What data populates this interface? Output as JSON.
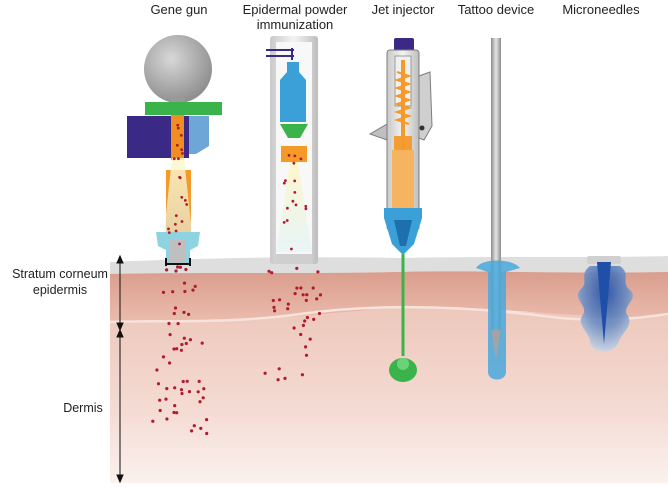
{
  "devices": [
    {
      "id": "gene-gun",
      "title": "Gene gun"
    },
    {
      "id": "epidermal-powder",
      "title": "Epidermal powder immunization",
      "title_lines": [
        "Epidermal powder",
        "immunization"
      ]
    },
    {
      "id": "jet-injector",
      "title": "Jet injector"
    },
    {
      "id": "tattoo-device",
      "title": "Tattoo device"
    },
    {
      "id": "microneedles",
      "title": "Microneedles"
    }
  ],
  "layers": {
    "stratum_corneum": "Stratum corneum",
    "epidermis": "epidermis",
    "dermis": "Dermis"
  },
  "colors": {
    "skin_surface": "#dcdcdc",
    "epidermis": "#e8b7a8",
    "dermis": "#f0cfc4",
    "particle": "#b01c2e",
    "device_orange": "#f39a2b",
    "device_blue": "#3ca0d8",
    "device_green": "#3ab34a",
    "device_purple": "#3b2a85",
    "vaccine_blue": "#3b8fd0"
  }
}
